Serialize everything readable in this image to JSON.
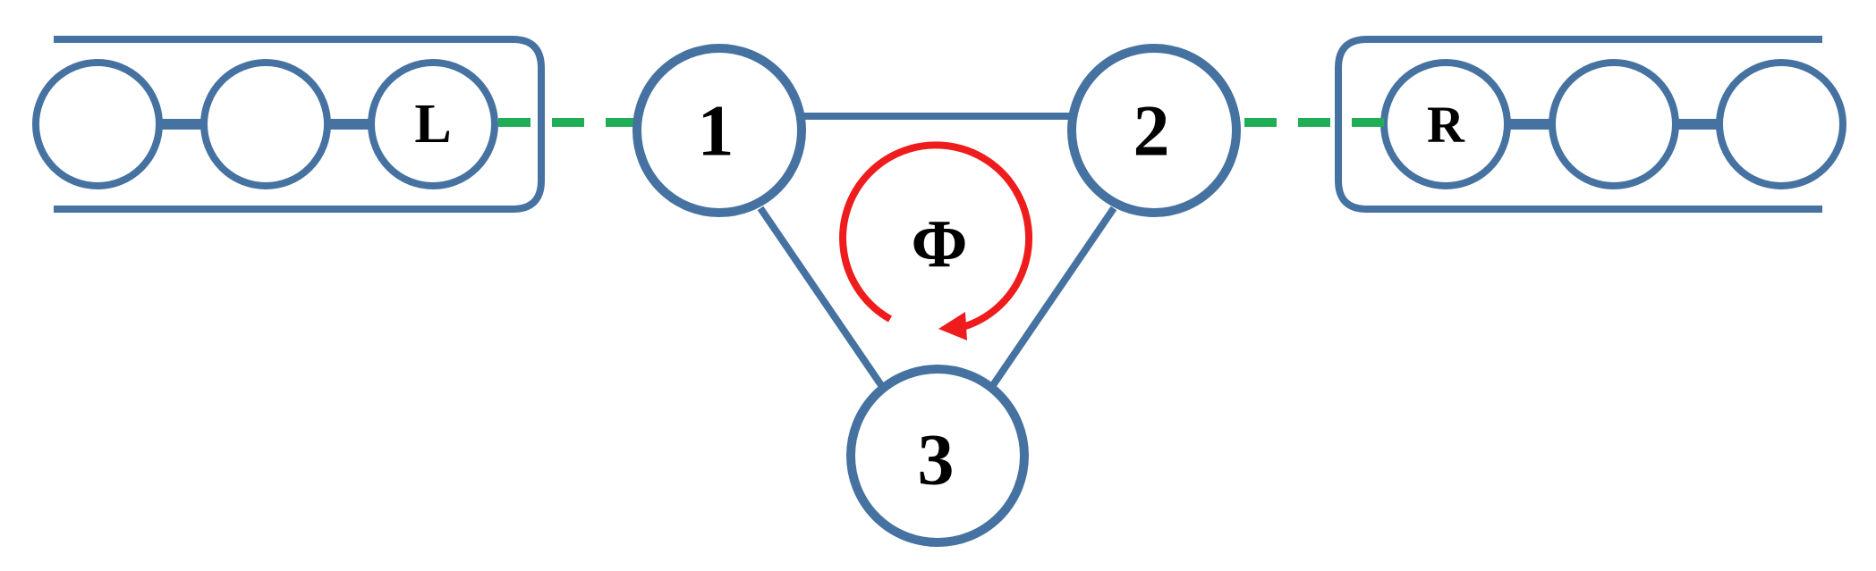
{
  "labels": {
    "lead_left": "L",
    "lead_right": "R",
    "dot_1": "1",
    "dot_2": "2",
    "dot_3": "3",
    "flux": "Φ"
  },
  "colors": {
    "node_stroke": "#4672a1",
    "bond": "#4672a1",
    "coupling": "#1fad55",
    "flux_arrow": "#ee1c1c",
    "background": "#ffffff"
  }
}
